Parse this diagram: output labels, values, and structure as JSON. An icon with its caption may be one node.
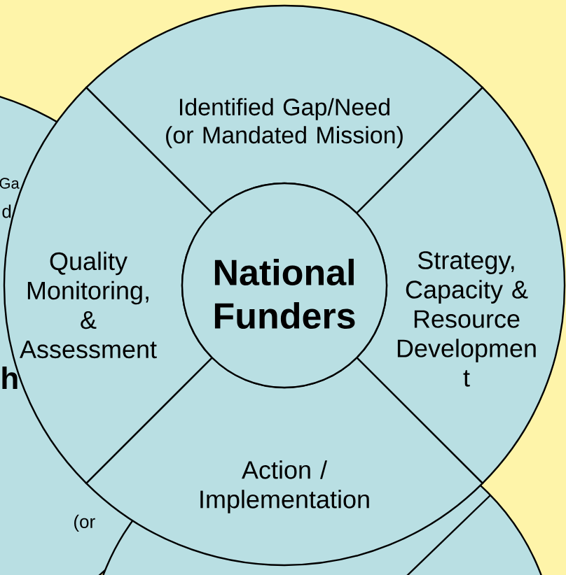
{
  "diagram": {
    "nodes": [
      {
        "text": [
          "Identified Gap/Need (or Mandated Mission)"
        ]
      },
      {
        "text": [
          "Strategy, Capacity & Resource Developmen t"
        ]
      },
      {
        "text": [
          "Action / Implementation"
        ]
      },
      {
        "text": [
          "Quality Monitoring, & Assessment"
        ]
      },
      {
        "text": [
          "National Funders"
        ]
      }
    ],
    "labels": [
      "Ga",
      "d",
      "h",
      "(or"
    ]
  }
}
